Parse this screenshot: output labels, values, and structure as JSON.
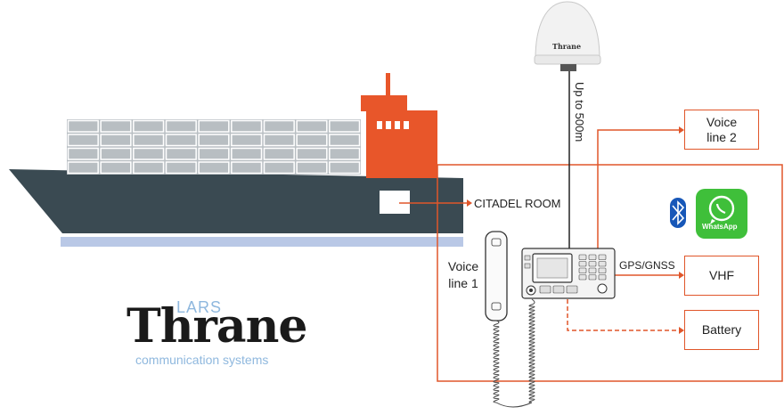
{
  "labels": {
    "citadel_room": "CITADEL ROOM",
    "cable_length": "Up to 500m",
    "voice_line_1": "Voice line 1",
    "voice_line_2": "Voice line 2",
    "gps_gnss": "GPS/GNSS",
    "vhf": "VHF",
    "battery": "Battery"
  },
  "logo": {
    "brand_top": "LARS",
    "brand_main": "Thrane",
    "tagline": "communication systems"
  },
  "whatsapp": {
    "label": "WhatsApp"
  },
  "icons": [
    "ship",
    "satellite-antenna-dome",
    "handset",
    "control-unit",
    "bluetooth-icon",
    "whatsapp-icon"
  ],
  "colors": {
    "accent": "#e0562a",
    "hull": "#3a4a52",
    "containers": "#b8bec2",
    "superstructure": "#e8562a",
    "waterline": "#b9c8e6",
    "logo_blue": "#8fb8de",
    "whatsapp_green": "#3fbf3a",
    "bluetooth_blue": "#1757b8"
  }
}
